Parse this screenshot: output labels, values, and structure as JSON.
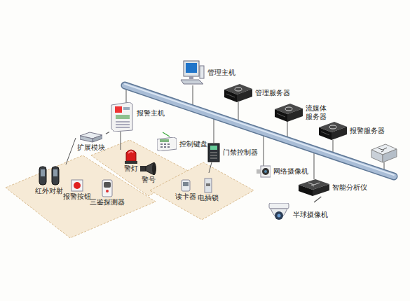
{
  "diagram": {
    "nodes": [
      {
        "text": [
          "管理主机"
        ]
      },
      {
        "text": [
          "管理服务器"
        ]
      },
      {
        "text": [
          "流媒体 服务器"
        ]
      },
      {
        "text": [
          "报警主机"
        ]
      },
      {
        "text": [
          "报警服务器"
        ]
      },
      {
        "text": [
          "控制键盘"
        ]
      },
      {
        "text": [
          "扩展模块"
        ]
      },
      {
        "text": [
          "门禁控制器"
        ]
      },
      {
        "text": [
          "警灯"
        ]
      },
      {
        "text": [
          "警号"
        ]
      },
      {
        "text": [
          "网络摄像机"
        ]
      },
      {
        "text": [
          "红外对射"
        ]
      },
      {
        "text": [
          "报警按钮"
        ]
      },
      {
        "text": [
          "三鉴探测器"
        ]
      },
      {
        "text": [
          "读卡器"
        ]
      },
      {
        "text": [
          "电插锁"
        ]
      },
      {
        "text": [
          "智能分析仪"
        ]
      },
      {
        "text": [
          "半球摄像机"
        ]
      }
    ],
    "edges": [
      {
        "from": 3,
        "to": 6,
        "arrow": "none"
      },
      {
        "from": 3,
        "to": 5,
        "arrow": "none"
      },
      {
        "from": 16,
        "to": 17,
        "arrow": "none"
      }
    ]
  }
}
